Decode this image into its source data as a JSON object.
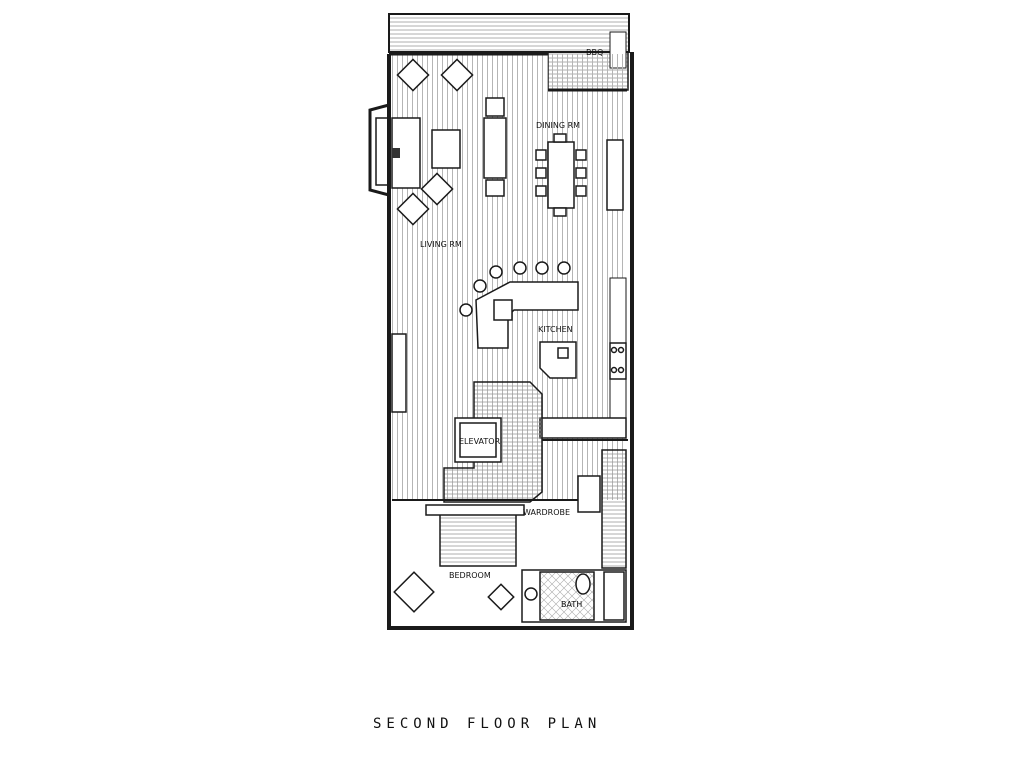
{
  "plan": {
    "title": "SECOND FLOOR PLAN",
    "rooms": {
      "dining": "DINING RM",
      "living": "LIVING RM",
      "kitchen": "KITCHEN",
      "elevator": "ELEVATOR",
      "wardrobe": "WARDROBE",
      "bedroom": "BEDROOM",
      "bath": "BATH",
      "bbq": "BBQ"
    },
    "colors": {
      "line": "#1a1a1a",
      "hatch": "#bdbdbd",
      "paper": "#ffffff"
    }
  }
}
